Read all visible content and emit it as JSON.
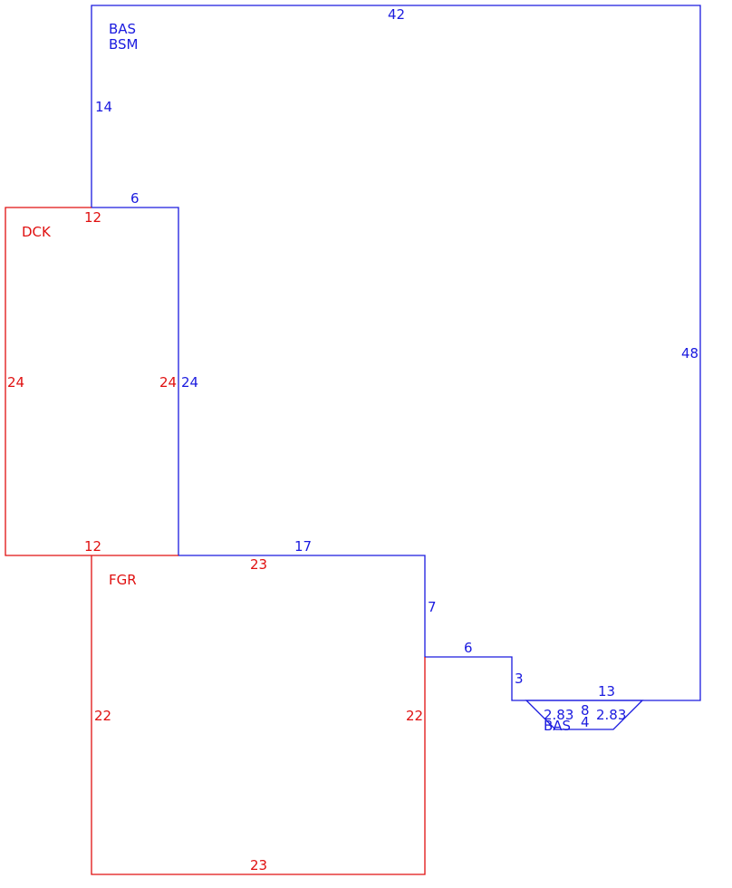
{
  "colors": {
    "main": "#1a1adf",
    "secondary": "#e01010"
  },
  "areas": {
    "main": {
      "code_1": "BAS",
      "code_2": "BSM",
      "bay_code": "BAS"
    },
    "deck": {
      "code": "DCK"
    },
    "garage": {
      "code": "FGR"
    }
  },
  "dimensions": {
    "main_top": "42",
    "main_left_upper": "14",
    "main_notch_top": "6",
    "main_notch_side": "24",
    "main_right": "48",
    "main_mid_bottom": "17",
    "main_step_side": "7",
    "main_step_top": "6",
    "main_step_down": "3",
    "main_bottom_right": "13",
    "bay_left": "2.83",
    "bay_depth": "8",
    "bay_bottom": "4",
    "bay_right": "2.83",
    "deck_top": "12",
    "deck_left": "24",
    "deck_right": "24",
    "deck_bottom": "12",
    "garage_top": "23",
    "garage_left": "22",
    "garage_right": "22",
    "garage_bottom": "23"
  }
}
